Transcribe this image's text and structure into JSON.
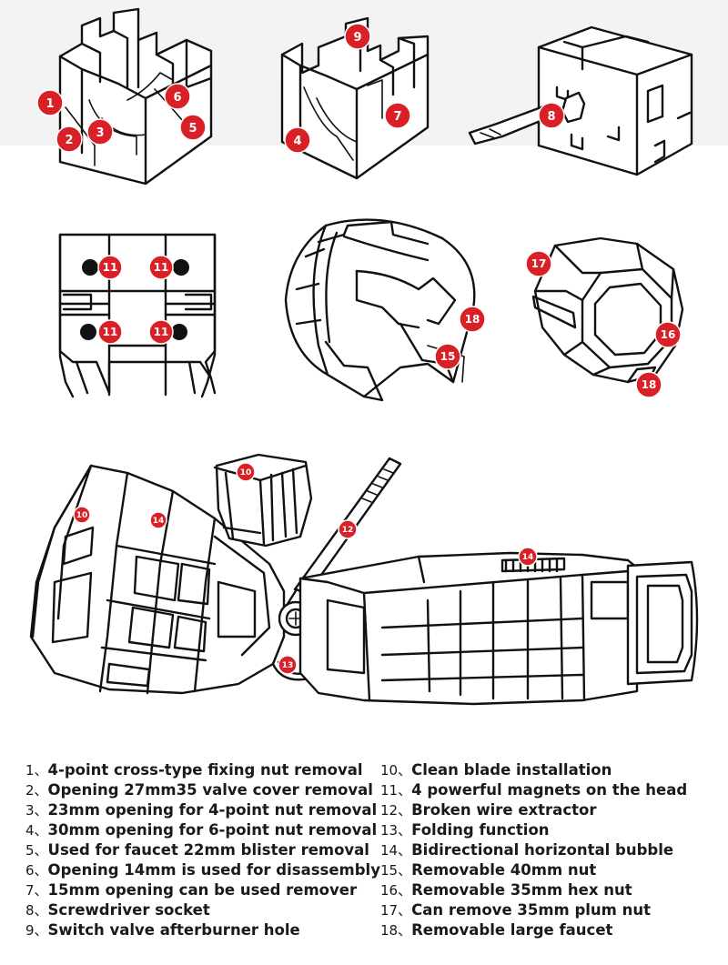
{
  "badges": {
    "b1": "1",
    "b2": "2",
    "b3": "3",
    "b4": "4",
    "b5": "5",
    "b6": "6",
    "b7": "7",
    "b8": "8",
    "b9": "9",
    "b10": "10",
    "b10b": "10",
    "b11": "11",
    "b12": "12",
    "b13": "13",
    "b14": "14",
    "b14b": "14",
    "b15": "15",
    "b16": "16",
    "b17": "17",
    "b18": "18",
    "b18b": "18"
  },
  "legend": {
    "left": [
      {
        "num": "1、",
        "text": "4-point cross-type fixing nut removal"
      },
      {
        "num": "2、",
        "text": "Opening 27mm35 valve cover removal"
      },
      {
        "num": "3、",
        "text": "23mm opening for 4-point nut removal"
      },
      {
        "num": "4、",
        "text": "30mm opening for 6-point nut removal"
      },
      {
        "num": "5、",
        "text": "Used for faucet 22mm blister removal"
      },
      {
        "num": "6、",
        "text": "Opening 14mm is used for disassembly"
      },
      {
        "num": "7、",
        "text": "15mm opening can be used remover"
      },
      {
        "num": "8、",
        "text": "Screwdriver socket"
      },
      {
        "num": "9、",
        "text": "Switch valve afterburner hole"
      }
    ],
    "right": [
      {
        "num": "10、",
        "text": "Clean blade installation"
      },
      {
        "num": "11、",
        "text": "4 powerful magnets on the head"
      },
      {
        "num": "12、",
        "text": "Broken wire extractor"
      },
      {
        "num": "13、",
        "text": "Folding function"
      },
      {
        "num": "14、",
        "text": "Bidirectional horizontal bubble"
      },
      {
        "num": "15、",
        "text": "Removable 40mm nut"
      },
      {
        "num": "16、",
        "text": "Removable 35mm hex nut"
      },
      {
        "num": "17、",
        "text": "Can remove 35mm plum nut"
      },
      {
        "num": "18、",
        "text": "Removable large faucet"
      }
    ]
  },
  "colors": {
    "badge": "#d92027",
    "line": "#111111",
    "band": "#f3f3f3"
  }
}
